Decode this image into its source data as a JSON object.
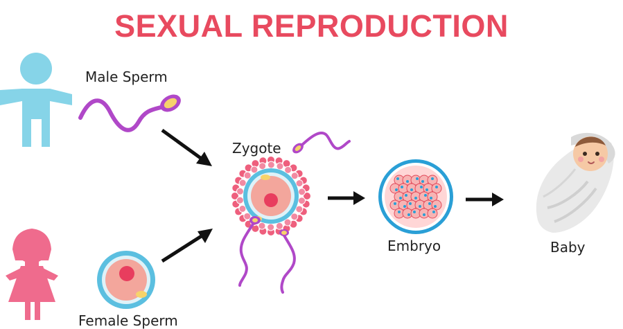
{
  "title": "SEXUAL REPRODUCTION",
  "labels": {
    "male": "Male Sperm",
    "female": "Female Sperm",
    "zygote": "Zygote",
    "embryo": "Embryo",
    "baby": "Baby"
  },
  "colors": {
    "title": "#e84a5f",
    "male_figure": "#86d4e8",
    "female_figure": "#ef6b8d",
    "sperm_tail": "#b048c8",
    "sperm_head": "#f6d36b",
    "egg_outer": "#5bbfe0",
    "egg_inner": "#f3a69c",
    "nucleus": "#e83d5e",
    "follicle_cells": "#ee5f7d",
    "arrow": "#111111",
    "blanket": "#e9e9e9",
    "skin": "#f6c9a5",
    "hair": "#8d5a3b"
  }
}
